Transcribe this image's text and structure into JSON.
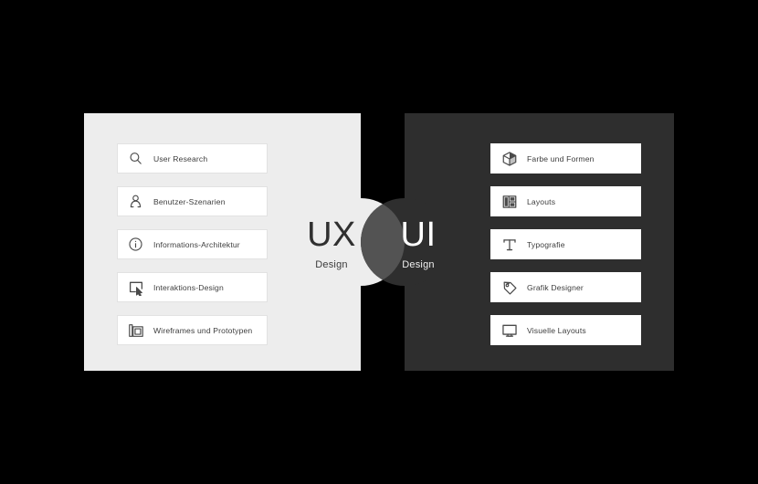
{
  "diagram": {
    "title": "UX Design vs UI Design comparison",
    "colors": {
      "background": "#000000",
      "ux_panel": "#ededed",
      "ui_panel": "#2e2e2e",
      "overlap_lens": "#535353",
      "card_background": "#ffffff",
      "icon": "#4a4a4a",
      "ux_text": "#303030",
      "ui_text": "#ffffff"
    }
  },
  "ux": {
    "heading": "UX",
    "subheading": "Design",
    "items": [
      {
        "label": "User Research",
        "icon": "search-icon"
      },
      {
        "label": "Benutzer-Szenarien",
        "icon": "user-icon"
      },
      {
        "label": "Informations-Architektur",
        "icon": "info-icon"
      },
      {
        "label": "Interaktions-Design",
        "icon": "click-screen-icon"
      },
      {
        "label": "Wireframes und Prototypen",
        "icon": "wireframe-icon"
      }
    ]
  },
  "ui": {
    "heading": "UI",
    "subheading": "Design",
    "items": [
      {
        "label": "Farbe und Formen",
        "icon": "cube-icon"
      },
      {
        "label": "Layouts",
        "icon": "layout-grid-icon"
      },
      {
        "label": "Typografie",
        "icon": "typography-icon"
      },
      {
        "label": "Grafik Designer",
        "icon": "tag-icon"
      },
      {
        "label": "Visuelle Layouts",
        "icon": "monitor-icon"
      }
    ]
  }
}
